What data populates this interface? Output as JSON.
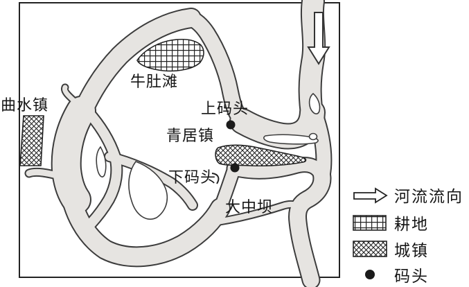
{
  "map": {
    "labels": {
      "qushui_town": "曲水镇",
      "niudu_beach": "牛肚滩",
      "upper_dock": "上码头",
      "qingju_town": "青居镇",
      "lower_dock": "下码头",
      "dazhong_bar": "大中坝"
    }
  },
  "legend": {
    "flow_direction": "河流流向",
    "farmland": "耕地",
    "town": "城镇",
    "dock": "码头"
  },
  "colors": {
    "river_fill": "#e6e4e1",
    "river_outline": "#3c3c3c",
    "dock_dot": "#1b1b1b"
  }
}
